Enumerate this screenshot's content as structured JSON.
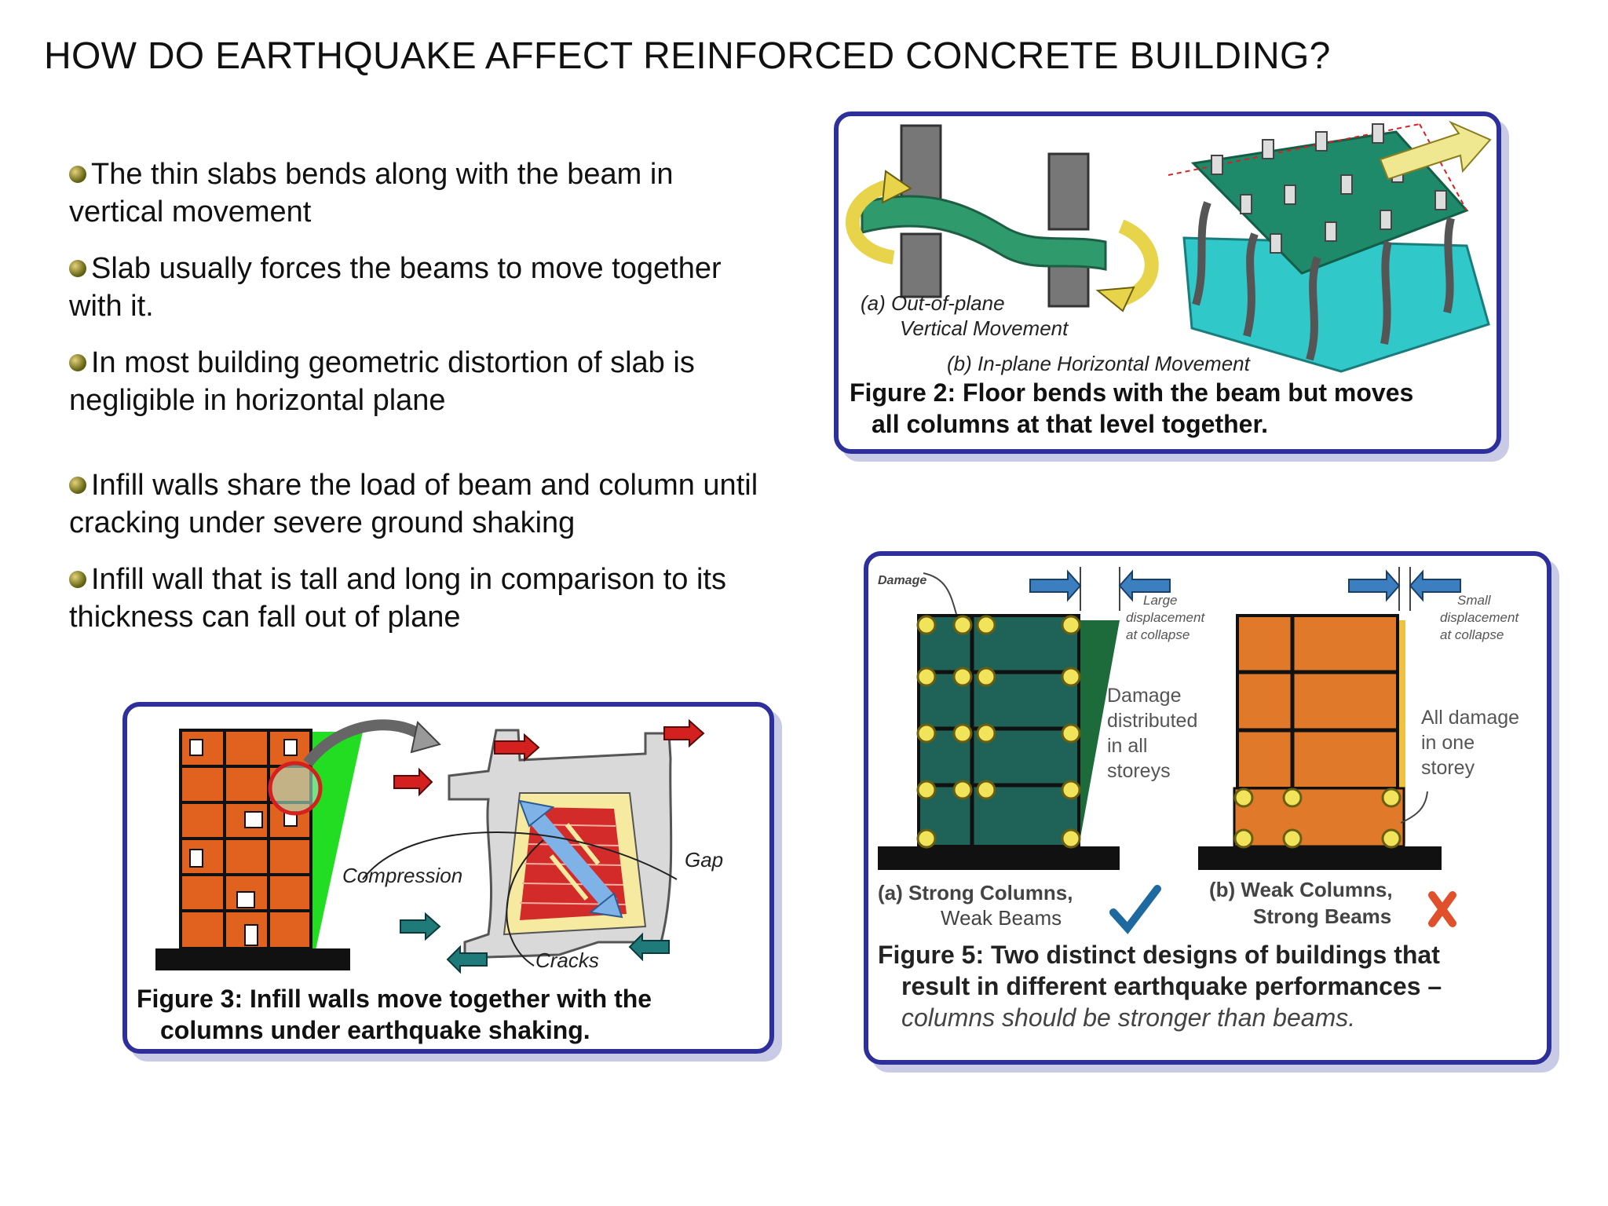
{
  "title": "HOW DO EARTHQUAKE AFFECT REINFORCED CONCRETE BUILDING?",
  "bullets": [
    "The thin slabs bends along with the beam in vertical movement",
    "Slab usually forces the beams to move together with it.",
    "In most building geometric distortion of slab is negligible in horizontal plane",
    "Infill walls share the load of beam and column until cracking under severe ground shaking",
    "Infill wall that is tall and long in comparison to its thickness can fall out of plane"
  ],
  "fig2": {
    "label_a_1": "(a) Out-of-plane",
    "label_a_2": "Vertical Movement",
    "label_b": "(b) In-plane Horizontal Movement",
    "caption_1": "Figure 2: Floor bends with the beam but moves",
    "caption_2": "all columns at that level together."
  },
  "fig3": {
    "compression": "Compression",
    "gap": "Gap",
    "cracks": "Cracks",
    "caption_1": "Figure 3: Infill walls move together with the",
    "caption_2": "columns under earthquake shaking."
  },
  "fig5": {
    "damage": "Damage",
    "large_1": "Large",
    "large_2": "displacement",
    "large_3": "at collapse",
    "small_1": "Small",
    "small_2": "displacement",
    "small_3": "at collapse",
    "dist_1": "Damage",
    "dist_2": "distributed",
    "dist_3": "in all",
    "dist_4": "storeys",
    "one_1": "All damage",
    "one_2": "in one",
    "one_3": "storey",
    "a_1": "(a) Strong Columns,",
    "a_2": "Weak Beams",
    "b_1": "(b) Weak Columns,",
    "b_2": "Strong Beams",
    "caption_1": "Figure 5: Two distinct designs of buildings that",
    "caption_2": "result in different earthquake performances –",
    "caption_3": "columns should be stronger than beams."
  },
  "colors": {
    "frame": "#2d2f9a",
    "slab": "#1f8a6a",
    "brick": "#e0621e",
    "node": "#f2e45a"
  }
}
